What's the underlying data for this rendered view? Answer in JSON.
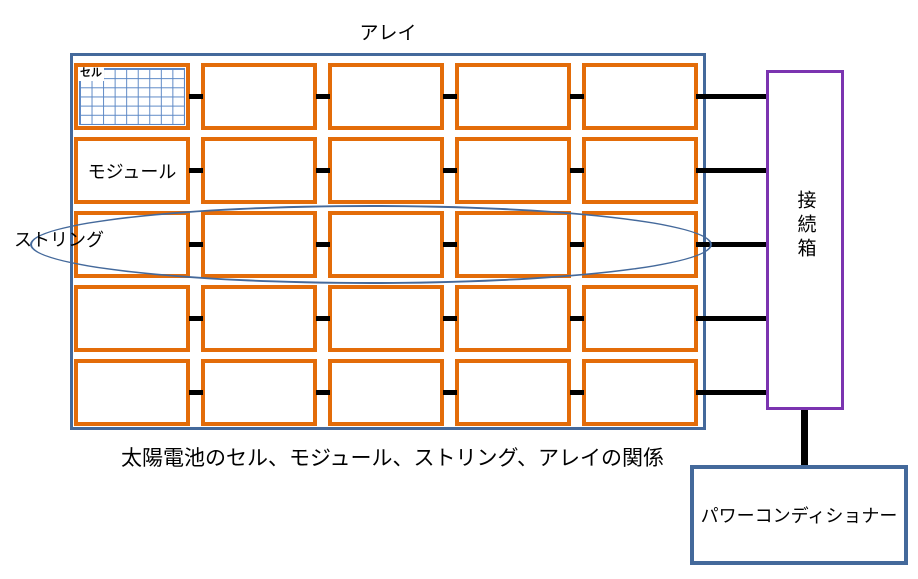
{
  "title": "アレイ",
  "caption": "太陽電池のセル、モジュール、ストリング、アレイの関係",
  "array": {
    "cell_label": "セル",
    "module_label": "モジュール",
    "string_label": "ストリング",
    "grid": {
      "rows": 5,
      "cols": 5
    },
    "cell_grid": {
      "rows": 6,
      "cols": 9
    }
  },
  "junction_box": {
    "label": "接続箱"
  },
  "power_conditioner": {
    "label": "パワーコンディショナー"
  },
  "colors": {
    "module_border": "#e36c09",
    "array_border": "#44699b",
    "cell_grid_line": "#5b87c5",
    "string_ellipse": "#44699b",
    "junction_box_border": "#7b34b0",
    "power_conditioner_border": "#44699b",
    "connector": "#000000"
  }
}
